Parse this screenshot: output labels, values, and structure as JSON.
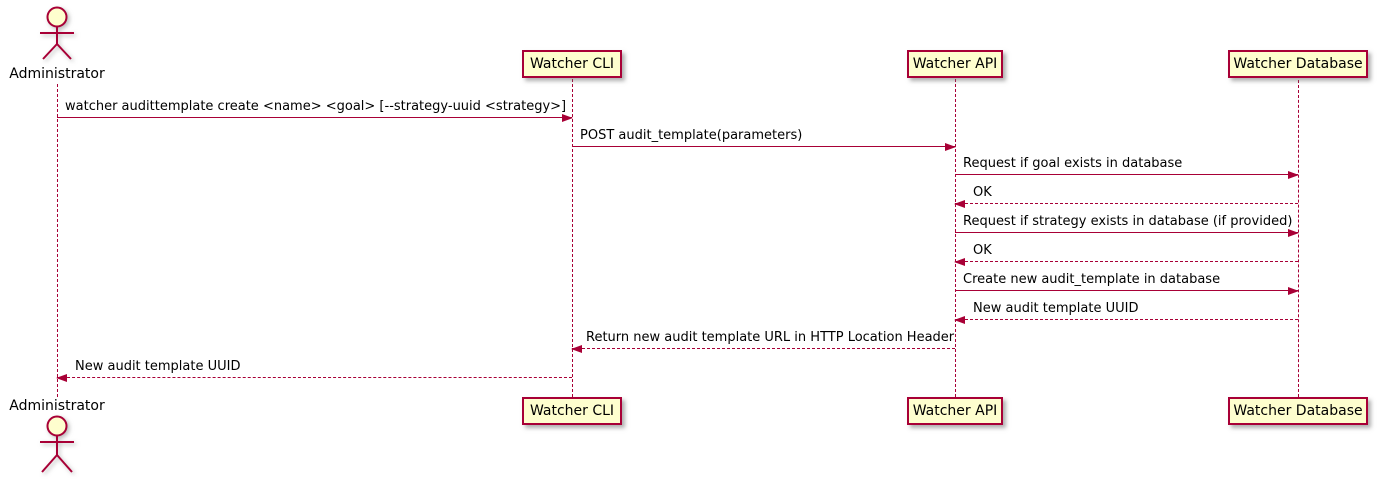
{
  "diagram_type": "sequence-diagram",
  "colors": {
    "participant_fill": "#FEFECE",
    "participant_border": "#A80036",
    "line": "#A80036",
    "text": "#000000",
    "background": "#FFFFFF"
  },
  "actor": {
    "label": "Administrator"
  },
  "participants": [
    {
      "label": "Watcher CLI"
    },
    {
      "label": "Watcher API"
    },
    {
      "label": "Watcher Database"
    }
  ],
  "messages": [
    {
      "from": "Administrator",
      "to": "Watcher CLI",
      "line": "solid",
      "label": "watcher audittemplate create <name> <goal> [--strategy-uuid <strategy>]"
    },
    {
      "from": "Watcher CLI",
      "to": "Watcher API",
      "line": "solid",
      "label": "POST audit_template(parameters)"
    },
    {
      "from": "Watcher API",
      "to": "Watcher Database",
      "line": "solid",
      "label": "Request if goal exists in database"
    },
    {
      "from": "Watcher Database",
      "to": "Watcher API",
      "line": "dashed",
      "label": "OK"
    },
    {
      "from": "Watcher API",
      "to": "Watcher Database",
      "line": "solid",
      "label": "Request if strategy exists in database (if provided)"
    },
    {
      "from": "Watcher Database",
      "to": "Watcher API",
      "line": "dashed",
      "label": "OK"
    },
    {
      "from": "Watcher API",
      "to": "Watcher Database",
      "line": "solid",
      "label": "Create new audit_template in database"
    },
    {
      "from": "Watcher Database",
      "to": "Watcher API",
      "line": "dashed",
      "label": "New audit template UUID"
    },
    {
      "from": "Watcher API",
      "to": "Watcher CLI",
      "line": "dashed",
      "label": "Return new audit template URL in HTTP Location Header"
    },
    {
      "from": "Watcher CLI",
      "to": "Administrator",
      "line": "dashed",
      "label": "New audit template UUID"
    }
  ]
}
